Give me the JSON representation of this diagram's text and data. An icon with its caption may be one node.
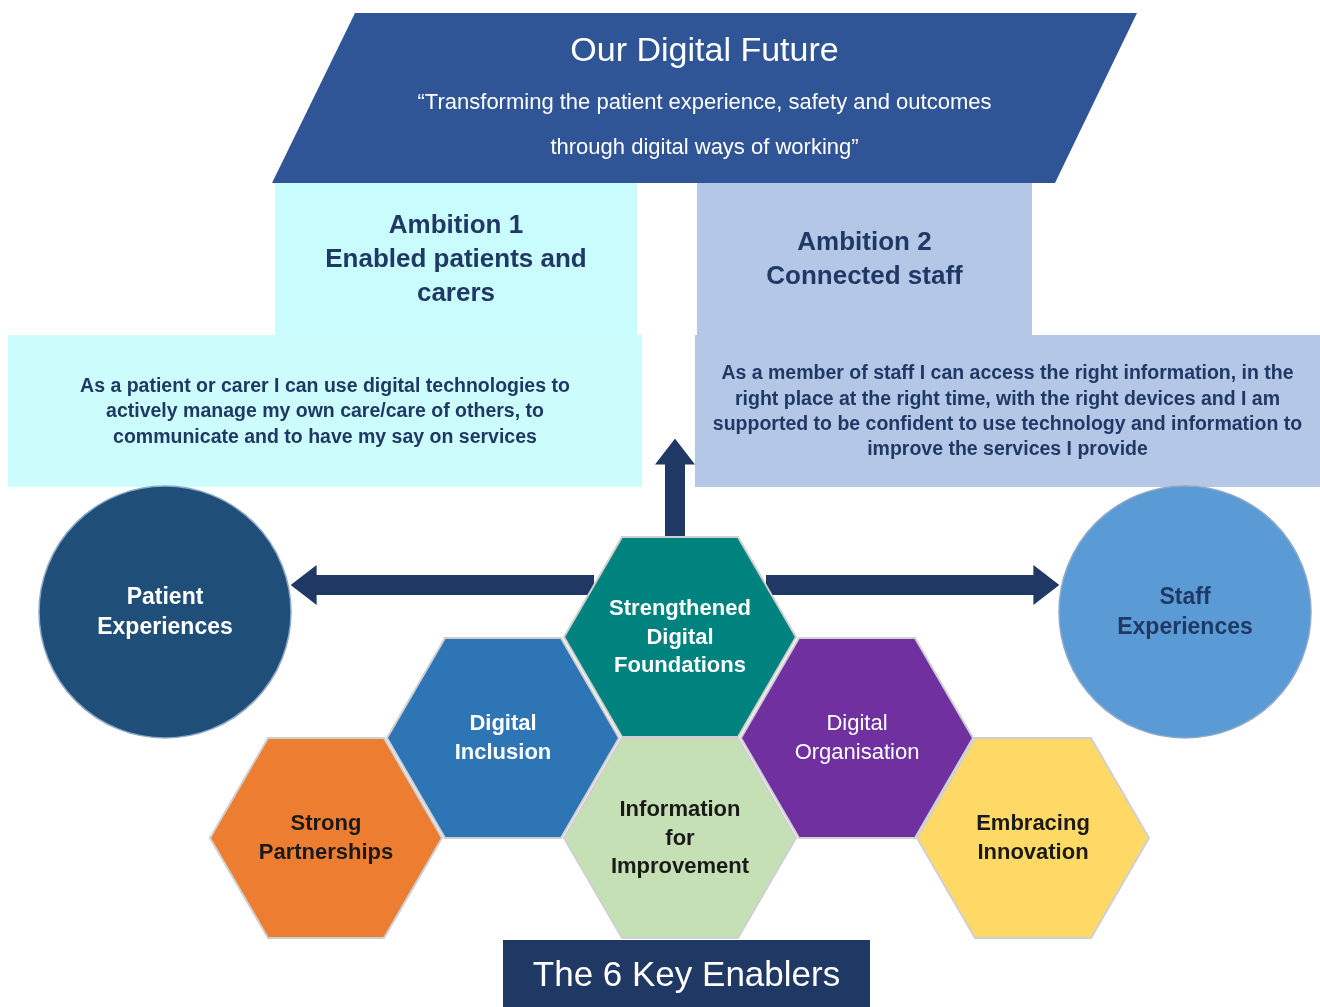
{
  "diagram": {
    "nodes": [
      {
        "text": [
          "Our Digital Future",
          "“Transforming the patient experience, safety and outcomes through digital ways of working”"
        ]
      },
      {
        "text": [
          "Ambition 1",
          "Enabled patients and carers"
        ]
      },
      {
        "text": [
          "As a patient or carer I can use digital technologies to actively manage my own care/care of others, to communicate and to have my say on services"
        ]
      },
      {
        "text": [
          "Ambition 2",
          "Connected staff"
        ]
      },
      {
        "text": [
          "As a member of staff I can access the right information, in the right place at the right time, with the right devices and I am supported to be confident to use technology and information to improve the services I provide"
        ]
      },
      {
        "text": [
          "Patient Experiences"
        ]
      },
      {
        "text": [
          "Strengthened Digital Foundations"
        ]
      },
      {
        "text": [
          "Staff Experiences"
        ]
      },
      {
        "text": [
          "Digital Inclusion"
        ]
      },
      {
        "text": [
          "Digital Organisation"
        ]
      },
      {
        "text": [
          "Strong Partnerships"
        ]
      },
      {
        "text": [
          "Information for Improvement"
        ]
      },
      {
        "text": [
          "Embracing Innovation"
        ]
      },
      {
        "text": [
          "The 6 Key Enablers"
        ]
      }
    ],
    "edges": [
      {
        "from": 6,
        "to": 5,
        "arrow": "to"
      },
      {
        "from": 6,
        "to": 7,
        "arrow": "to"
      },
      {
        "from": 6,
        "to": null,
        "arrow": "to"
      }
    ]
  }
}
